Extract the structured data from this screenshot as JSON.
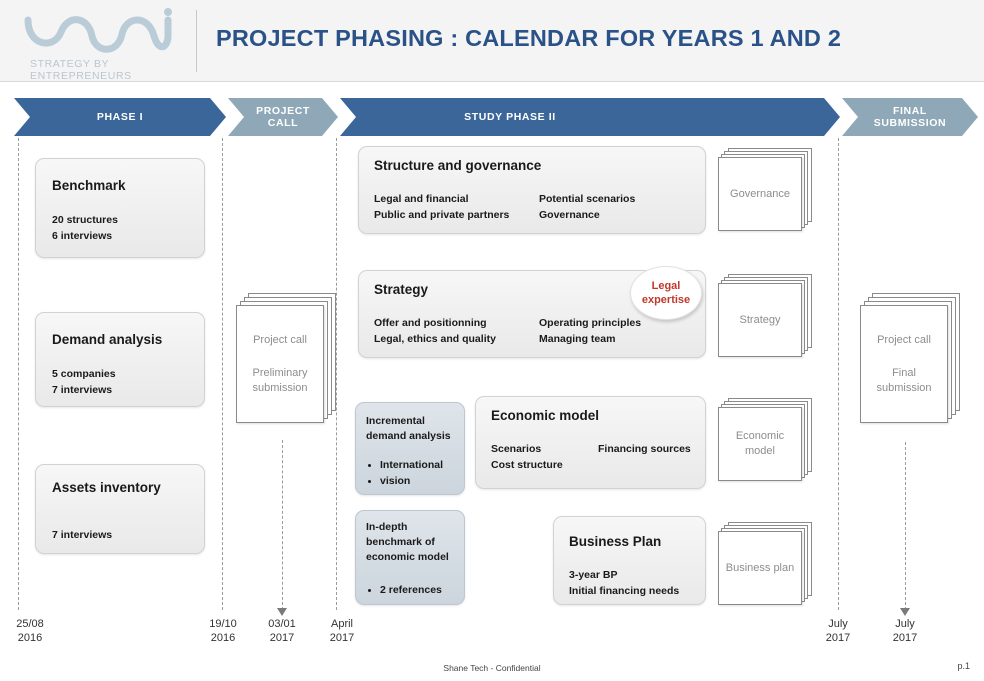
{
  "header": {
    "logo_name": "wmi-logo",
    "logo_tagline": "STRATEGY BY ENTREPRENEURS",
    "title": "PROJECT PHASING : CALENDAR FOR YEARS 1 AND 2",
    "title_color": "#2a5288"
  },
  "banner": {
    "phases": [
      {
        "label": "PHASE I",
        "color": "#3a6699"
      },
      {
        "label": "PROJECT\nCALL",
        "line1": "PROJECT",
        "line2": "CALL",
        "color": "#8fa8b8"
      },
      {
        "label": "STUDY PHASE II",
        "color": "#3a6699"
      },
      {
        "label": "FINAL\nSUBMISSION",
        "line1": "FINAL",
        "line2": "SUBMISSION",
        "color": "#8fa8b8"
      }
    ]
  },
  "phase1_cards": [
    {
      "title": "Benchmark",
      "line1": "20 structures",
      "line2": "6 interviews"
    },
    {
      "title": "Demand analysis",
      "line1": "5 companies",
      "line2": "7 interviews"
    },
    {
      "title": "Assets inventory",
      "line1": "7 interviews",
      "line2": ""
    }
  ],
  "project_call_doc": {
    "line1": "Project call",
    "line2": "Preliminary",
    "line3": "submission"
  },
  "final_submission_doc": {
    "line1": "Project call",
    "line2": "Final",
    "line3": "submission"
  },
  "study_cards": [
    {
      "title": "Structure and governance",
      "col1_line1": "Legal and financial",
      "col1_line2": "Public and private partners",
      "col2_line1": "Potential scenarios",
      "col2_line2": "Governance"
    },
    {
      "title": "Strategy",
      "col1_line1": "Offer and positionning",
      "col1_line2": "Legal, ethics and quality",
      "col2_line1": "Operating principles",
      "col2_line2": "Managing  team"
    },
    {
      "title": "Economic model",
      "col1_line1": "Scenarios",
      "col1_line2": "Cost structure",
      "col2_line1": "Financing  sources",
      "col2_line2": ""
    },
    {
      "title": "Business Plan",
      "col1_line1": "3-year BP",
      "col1_line2": "Initial  financing  needs",
      "col2_line1": "",
      "col2_line2": ""
    }
  ],
  "legal_badge": {
    "line1": "Legal",
    "line2": "expertise",
    "color": "#c0392b"
  },
  "blue_cards": [
    {
      "head_line1": "Incremental",
      "head_line2": "demand analysis",
      "head_line3": "",
      "bullet1": "International",
      "bullet2": "vision"
    },
    {
      "head_line1": "In-depth",
      "head_line2": "benchmark of",
      "head_line3": "economic model",
      "bullet1": "2 references",
      "bullet2": ""
    }
  ],
  "deliverables": [
    {
      "line1": "Governance",
      "line2": ""
    },
    {
      "line1": "Strategy",
      "line2": ""
    },
    {
      "line1": "Economic",
      "line2": "model"
    },
    {
      "line1": "Business  plan",
      "line2": ""
    }
  ],
  "timeline_dates": [
    {
      "day": "25/08",
      "year": "2016"
    },
    {
      "day": "19/10",
      "year": "2016"
    },
    {
      "day": "03/01",
      "year": "2017"
    },
    {
      "day": "April",
      "year": "2017"
    },
    {
      "day": "July",
      "year": "2017"
    },
    {
      "day": "July",
      "year": "2017"
    }
  ],
  "footer": {
    "confidential": "Shane Tech - Confidential",
    "page": "p.1"
  }
}
